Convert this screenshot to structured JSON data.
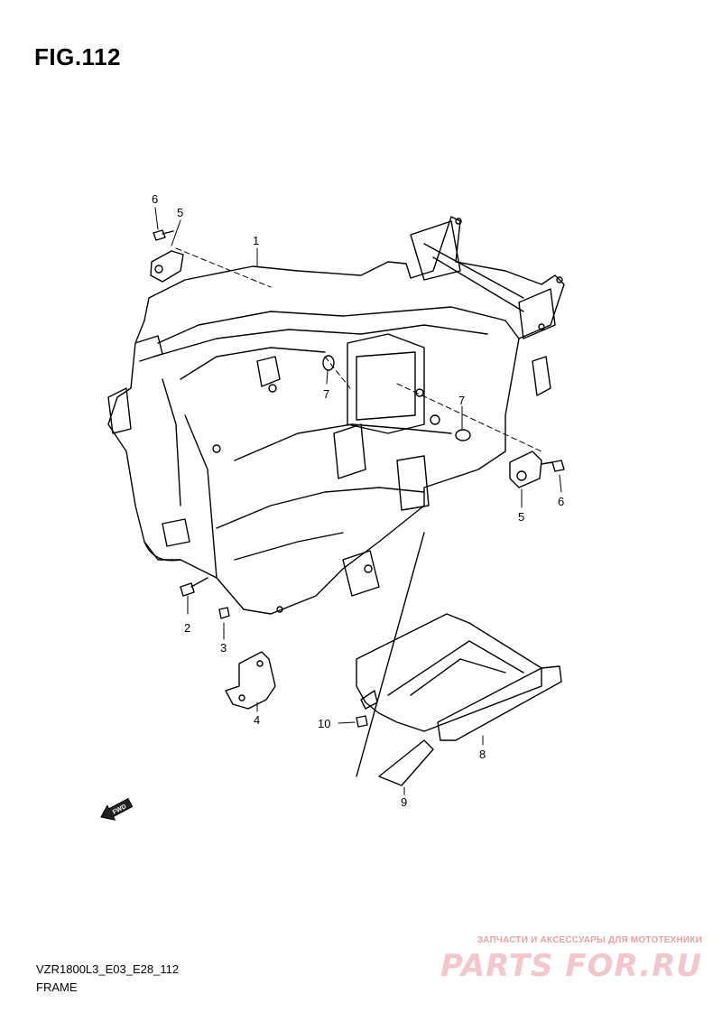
{
  "figure": {
    "title": "FIG.112",
    "model_code": "VZR1800L3_E03_E28_112",
    "section_name": "FRAME"
  },
  "callouts": [
    {
      "id": "c1",
      "label": "1"
    },
    {
      "id": "c2",
      "label": "2"
    },
    {
      "id": "c3",
      "label": "3"
    },
    {
      "id": "c4",
      "label": "4"
    },
    {
      "id": "c5a",
      "label": "5"
    },
    {
      "id": "c5b",
      "label": "5"
    },
    {
      "id": "c6a",
      "label": "6"
    },
    {
      "id": "c6b",
      "label": "6"
    },
    {
      "id": "c7a",
      "label": "7"
    },
    {
      "id": "c7b",
      "label": "7"
    },
    {
      "id": "c8",
      "label": "8"
    },
    {
      "id": "c9",
      "label": "9"
    },
    {
      "id": "c10",
      "label": "10"
    }
  ],
  "fwd_arrow": {
    "label": "FWD",
    "icon": "fwd-arrow-icon"
  },
  "watermark": {
    "tagline": "ЗАПЧАСТИ И АКСЕССУАРЫ ДЛЯ МОТОТЕХНИКИ",
    "brand": "PARTS FOR.RU",
    "color": "#f2c6cb"
  }
}
